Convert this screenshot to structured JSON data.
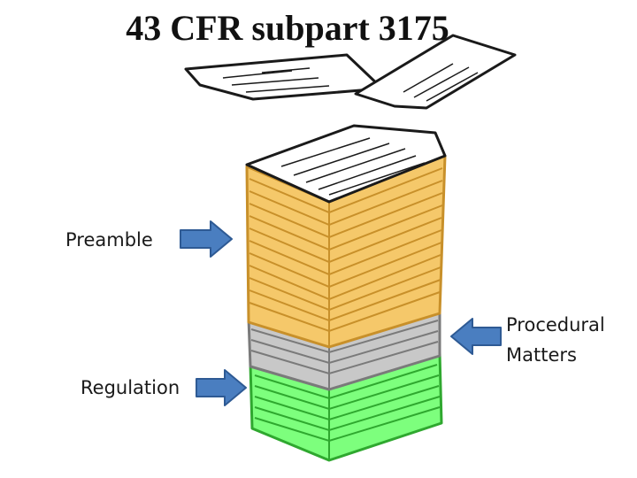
{
  "title": "43 CFR subpart 3175",
  "labels": {
    "preamble": "Preamble",
    "procedural_line1": "Procedural",
    "procedural_line2": "Matters",
    "regulation": "Regulation"
  },
  "colors": {
    "preamble_layer": "#f5c86a",
    "procedural_layer": "#c8c8c8",
    "regulation_layer": "#7dff7d",
    "paper": "#ffffff",
    "arrow_fill": "#4a7ec0",
    "arrow_stroke": "#2e5a94",
    "outline_preamble": "#c8902a",
    "outline_procedural": "#7a7a7a",
    "outline_regulation": "#2fa82f"
  },
  "icons": {
    "arrow_preamble": "arrow-right-icon",
    "arrow_regulation": "arrow-right-icon",
    "arrow_procedural": "arrow-left-icon"
  }
}
